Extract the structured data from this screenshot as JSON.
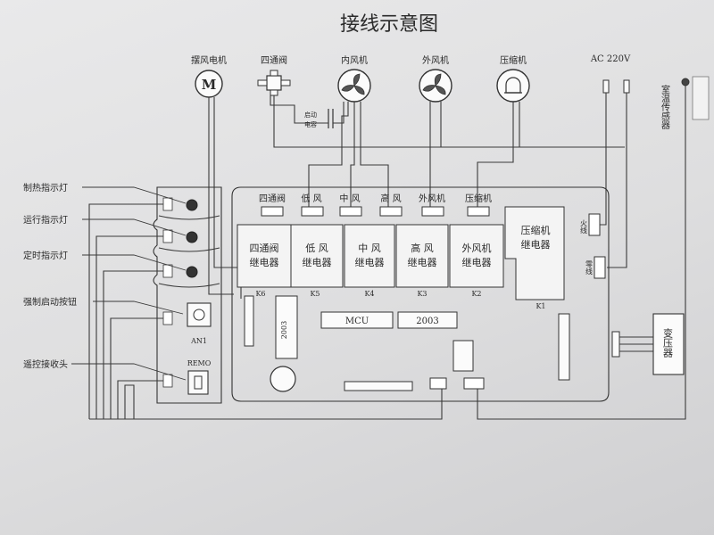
{
  "title": "接线示意图",
  "components": {
    "swing_motor": "摆风电机",
    "four_way_valve": "四通阀",
    "inner_fan": "内风机",
    "outer_fan": "外风机",
    "compressor": "压缩机",
    "ac_power": "AC 220V",
    "room_temp_sensor": "室温传感器",
    "start_capacitor": "启动电容"
  },
  "indicator_labels": {
    "heating": "制热指示灯",
    "running": "运行指示灯",
    "timer": "定时指示灯",
    "force_start": "强制启动按钮",
    "remote_receiver": "遥控接收头"
  },
  "connector_labels": [
    "四通阀",
    "低 风",
    "中 风",
    "高 风",
    "外风机",
    "压缩机"
  ],
  "relays": [
    {
      "line1": "四通阀",
      "line2": "继电器",
      "id": "K6"
    },
    {
      "line1": "低 风",
      "line2": "继电器",
      "id": "K5"
    },
    {
      "line1": "中 风",
      "line2": "继电器",
      "id": "K4"
    },
    {
      "line1": "高 风",
      "line2": "继电器",
      "id": "K3"
    },
    {
      "line1": "外风机",
      "line2": "继电器",
      "id": "K2"
    }
  ],
  "compressor_relay": {
    "line1": "压缩机",
    "line2": "继电器",
    "id": "K1"
  },
  "power_terminals": {
    "live": "火线",
    "neutral": "零线"
  },
  "chips": {
    "mcu": "MCU",
    "driver": "2003",
    "driver_vertical": "2003"
  },
  "button_labels": {
    "an1": "AN1",
    "remo": "REMO"
  },
  "transformer": "变压器",
  "motor_glyph": "M"
}
